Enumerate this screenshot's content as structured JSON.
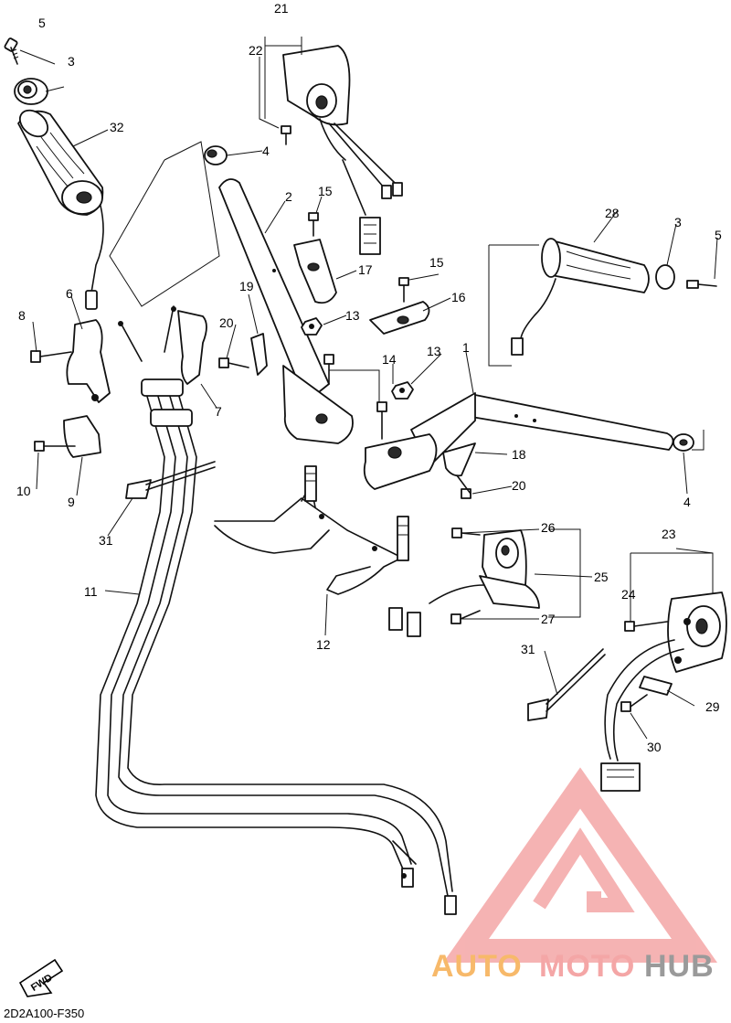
{
  "diagram": {
    "code": "2D2A100-F350",
    "fwd_label": "FWD",
    "callouts": {
      "c1": "1",
      "c2": "2",
      "c3a": "3",
      "c3b": "3",
      "c4a": "4",
      "c4b": "4",
      "c5a": "5",
      "c5b": "5",
      "c6": "6",
      "c7": "7",
      "c8": "8",
      "c9": "9",
      "c10": "10",
      "c11": "11",
      "c12": "12",
      "c13a": "13",
      "c13b": "13",
      "c14": "14",
      "c15a": "15",
      "c15b": "15",
      "c16": "16",
      "c17": "17",
      "c18": "18",
      "c19": "19",
      "c20a": "20",
      "c20b": "20",
      "c21": "21",
      "c22": "22",
      "c23": "23",
      "c24": "24",
      "c25": "25",
      "c26": "26",
      "c27": "27",
      "c28": "28",
      "c29": "29",
      "c30": "30",
      "c31a": "31",
      "c31b": "31",
      "c32": "32"
    }
  },
  "watermark": {
    "part1": "AUTO",
    "part2": "MOTO",
    "part3": "HUB",
    "color_light": "#f4a6a6",
    "color_orange": "#f7b96a",
    "color_gray": "#9a9a9a"
  }
}
